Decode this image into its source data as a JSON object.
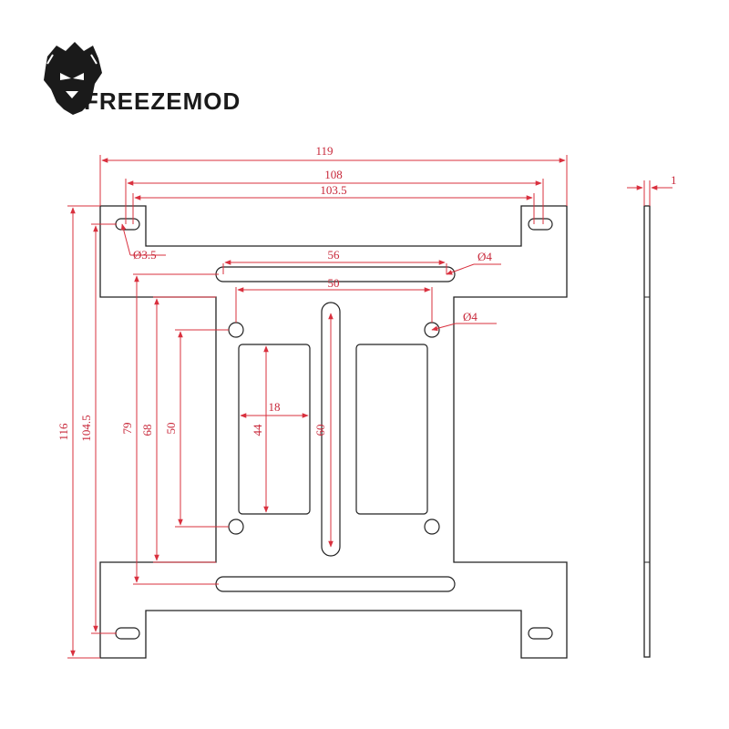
{
  "brand": {
    "name": "FREEZEMOD",
    "logo": "lion-head-logo"
  },
  "colors": {
    "outline": "#222222",
    "dimension": "#d9303e"
  },
  "dimensions": {
    "overall_width": "119",
    "hole_spacing_outer": "108",
    "hole_spacing_inner": "103.5",
    "mount_hole_dia": "Ø3.5",
    "slot_length": "56",
    "slot_hole_dia": "Ø4",
    "hole_spacing_middle": "50",
    "center_hole_dia": "Ø4",
    "overall_height": "116",
    "hole_spacing_vertical": "104.5",
    "slot_spacing": "79",
    "center_height": "68",
    "center_hole_vertical": "50",
    "window_height": "44",
    "window_width": "18",
    "center_slot_length": "60",
    "thickness": "1"
  }
}
